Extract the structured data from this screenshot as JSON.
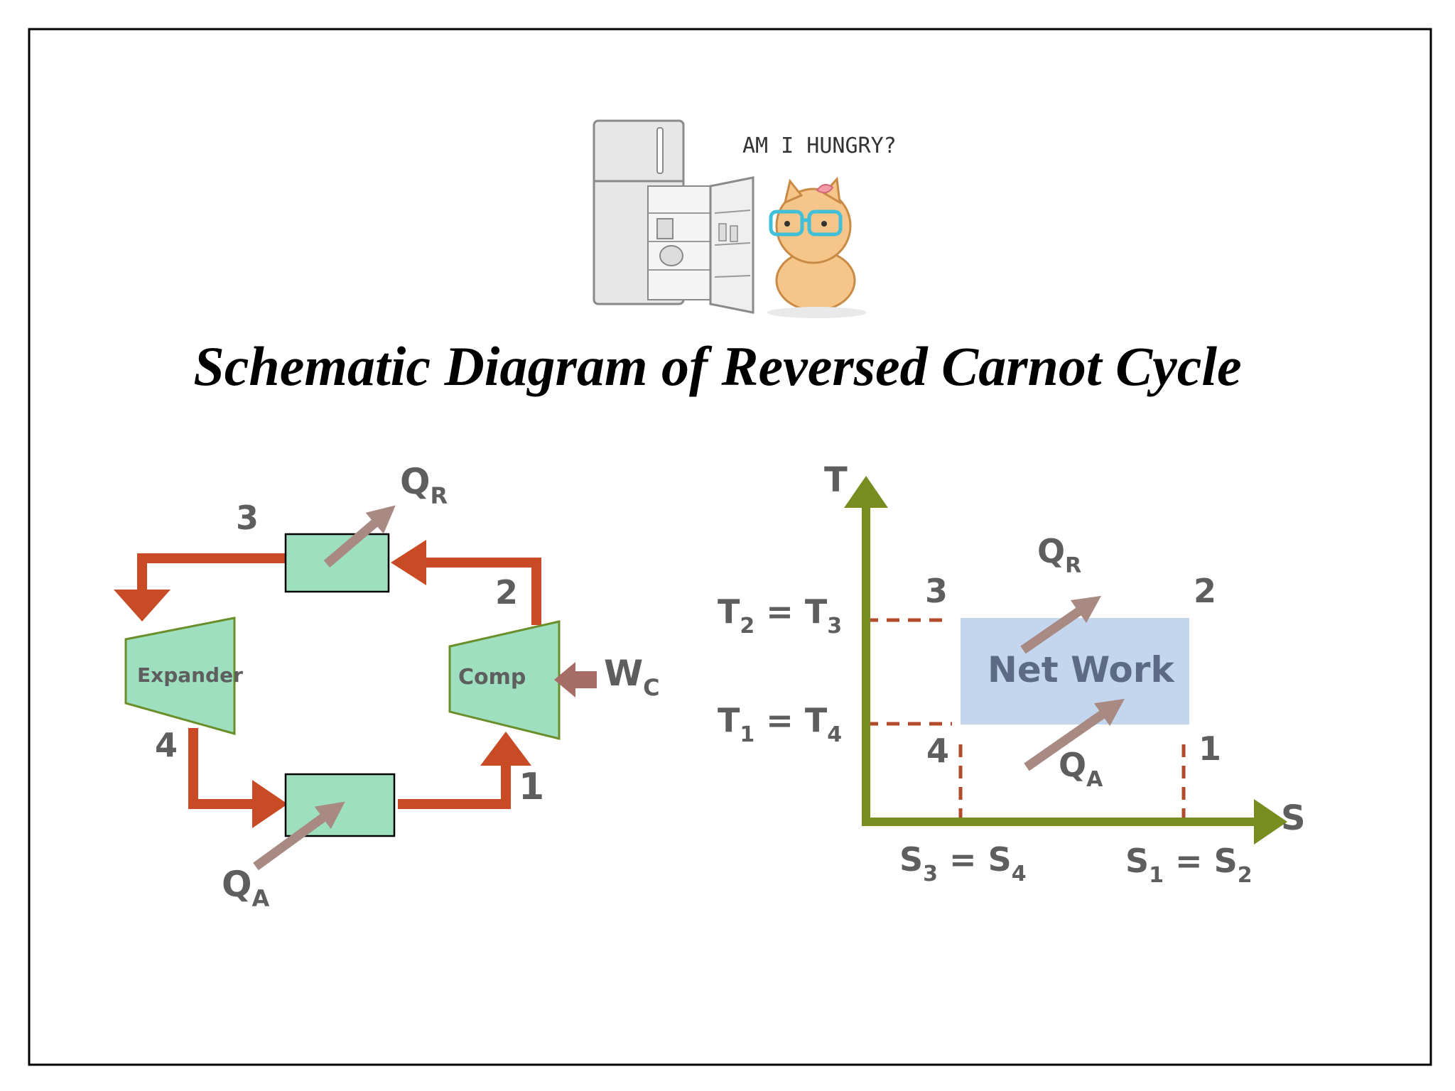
{
  "title": "Schematic Diagram of Reversed Carnot Cycle",
  "illustration": {
    "caption": "AM I HUNGRY?"
  },
  "schematic": {
    "state_3": "3",
    "state_2": "2",
    "state_4": "4",
    "state_1": "1",
    "expander_label": "Expander",
    "comp_label": "Comp",
    "qr": {
      "main": "Q",
      "sub": "R"
    },
    "qa": {
      "main": "Q",
      "sub": "A"
    },
    "wc": {
      "main": "W",
      "sub": "C"
    }
  },
  "ts_diagram": {
    "axis_t": "T",
    "axis_s": "S",
    "point_3": "3",
    "point_2": "2",
    "point_4": "4",
    "point_1": "1",
    "net_work": "Net Work",
    "qr": {
      "main": "Q",
      "sub": "R"
    },
    "qa": {
      "main": "Q",
      "sub": "A"
    },
    "t_high": {
      "a": "T",
      "a_sub": "2",
      "eq": " = ",
      "b": "T",
      "b_sub": "3"
    },
    "t_low": {
      "a": "T",
      "a_sub": "1",
      "eq": " = ",
      "b": "T",
      "b_sub": "4"
    },
    "s_left": {
      "a": "S",
      "a_sub": "3",
      "eq": " = ",
      "b": "S",
      "b_sub": "4"
    },
    "s_right": {
      "a": "S",
      "a_sub": "1",
      "eq": " = ",
      "b": "S",
      "b_sub": "2"
    }
  },
  "colors": {
    "flow_arrow": "#c84b25",
    "heat_arrow": "#a88a82",
    "component_fill": "#9ddfbf",
    "axis": "#788d20",
    "net_work_fill": "#c4d6ee",
    "dashed": "#b34a2a"
  }
}
